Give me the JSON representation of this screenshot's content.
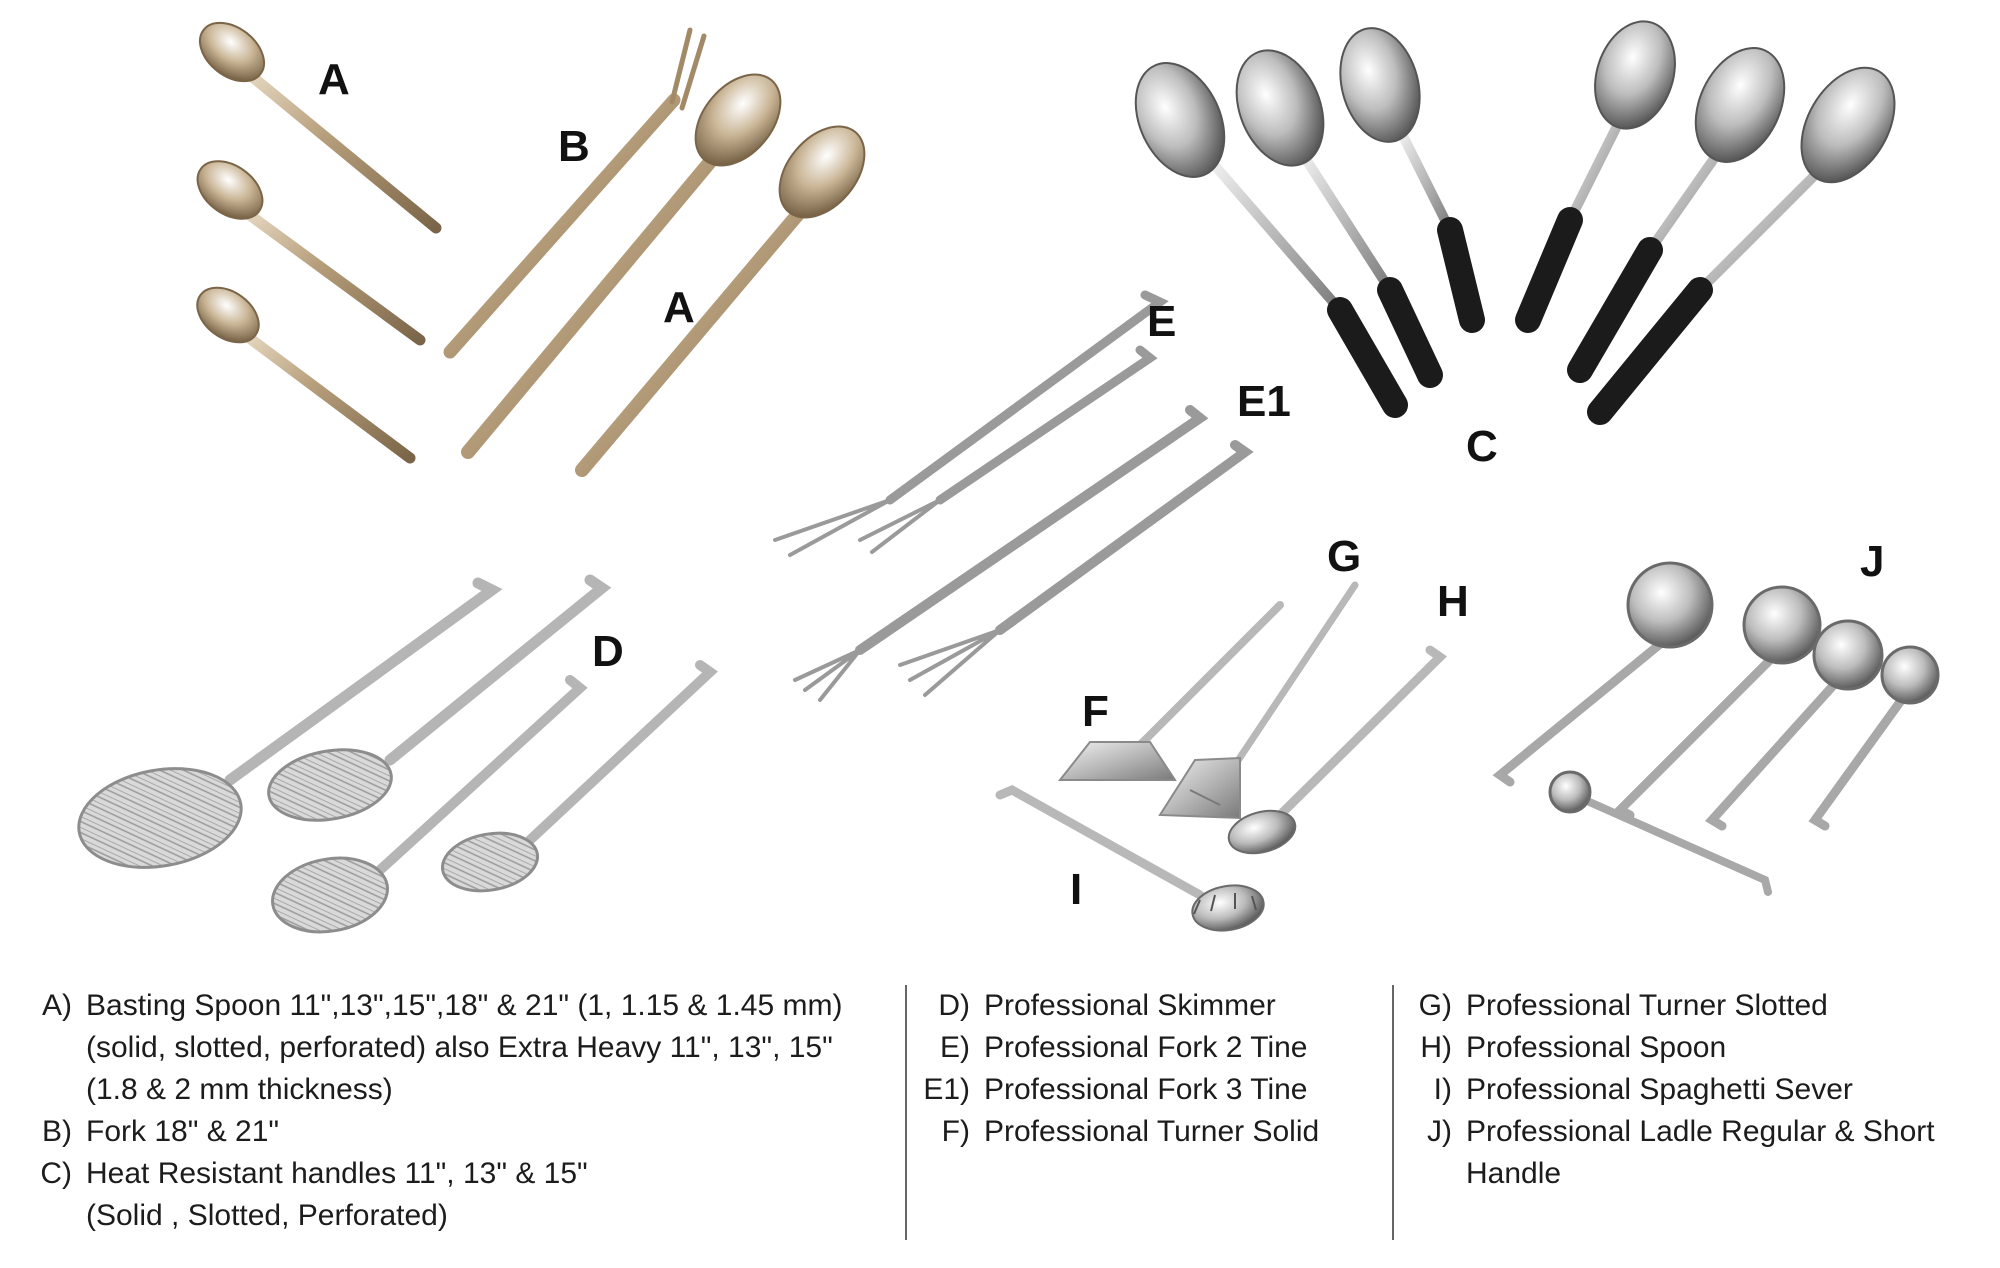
{
  "labels": {
    "a_top": "A",
    "b": "B",
    "a_mid": "A",
    "c": "C",
    "e": "E",
    "e1": "E1",
    "d": "D",
    "g": "G",
    "h": "H",
    "f": "F",
    "i": "I",
    "j": "J"
  },
  "legend": {
    "col1": [
      {
        "key": "A)",
        "text": "Basting Spoon 11\",13\",15\",18\" & 21\" (1, 1.15 & 1.45 mm) (solid, slotted, perforated) also Extra Heavy 11\", 13\", 15\" (1.8 & 2 mm thickness)"
      },
      {
        "key": "B)",
        "text": "Fork 18\" & 21\""
      },
      {
        "key": "C)",
        "text": "Heat Resistant handles 11\", 13\" & 15\" (Solid , Slotted, Perforated)"
      }
    ],
    "col2": [
      {
        "key": "D)",
        "text": "Professional Skimmer"
      },
      {
        "key": "E)",
        "text": "Professional Fork 2 Tine"
      },
      {
        "key": "E1)",
        "text": "Professional Fork 3 Tine"
      },
      {
        "key": "F)",
        "text": "Professional Turner Solid"
      }
    ],
    "col3": [
      {
        "key": "G)",
        "text": "Professional Turner Slotted"
      },
      {
        "key": "H)",
        "text": "Professional Spoon"
      },
      {
        "key": "I)",
        "text": "Professional Spaghetti Sever"
      },
      {
        "key": "J)",
        "text": "Professional Ladle Regular & Short Handle"
      }
    ]
  },
  "colors": {
    "brass": "#b9a27e",
    "steel": "#c4c4c4",
    "rubber": "#1b1b1b"
  }
}
